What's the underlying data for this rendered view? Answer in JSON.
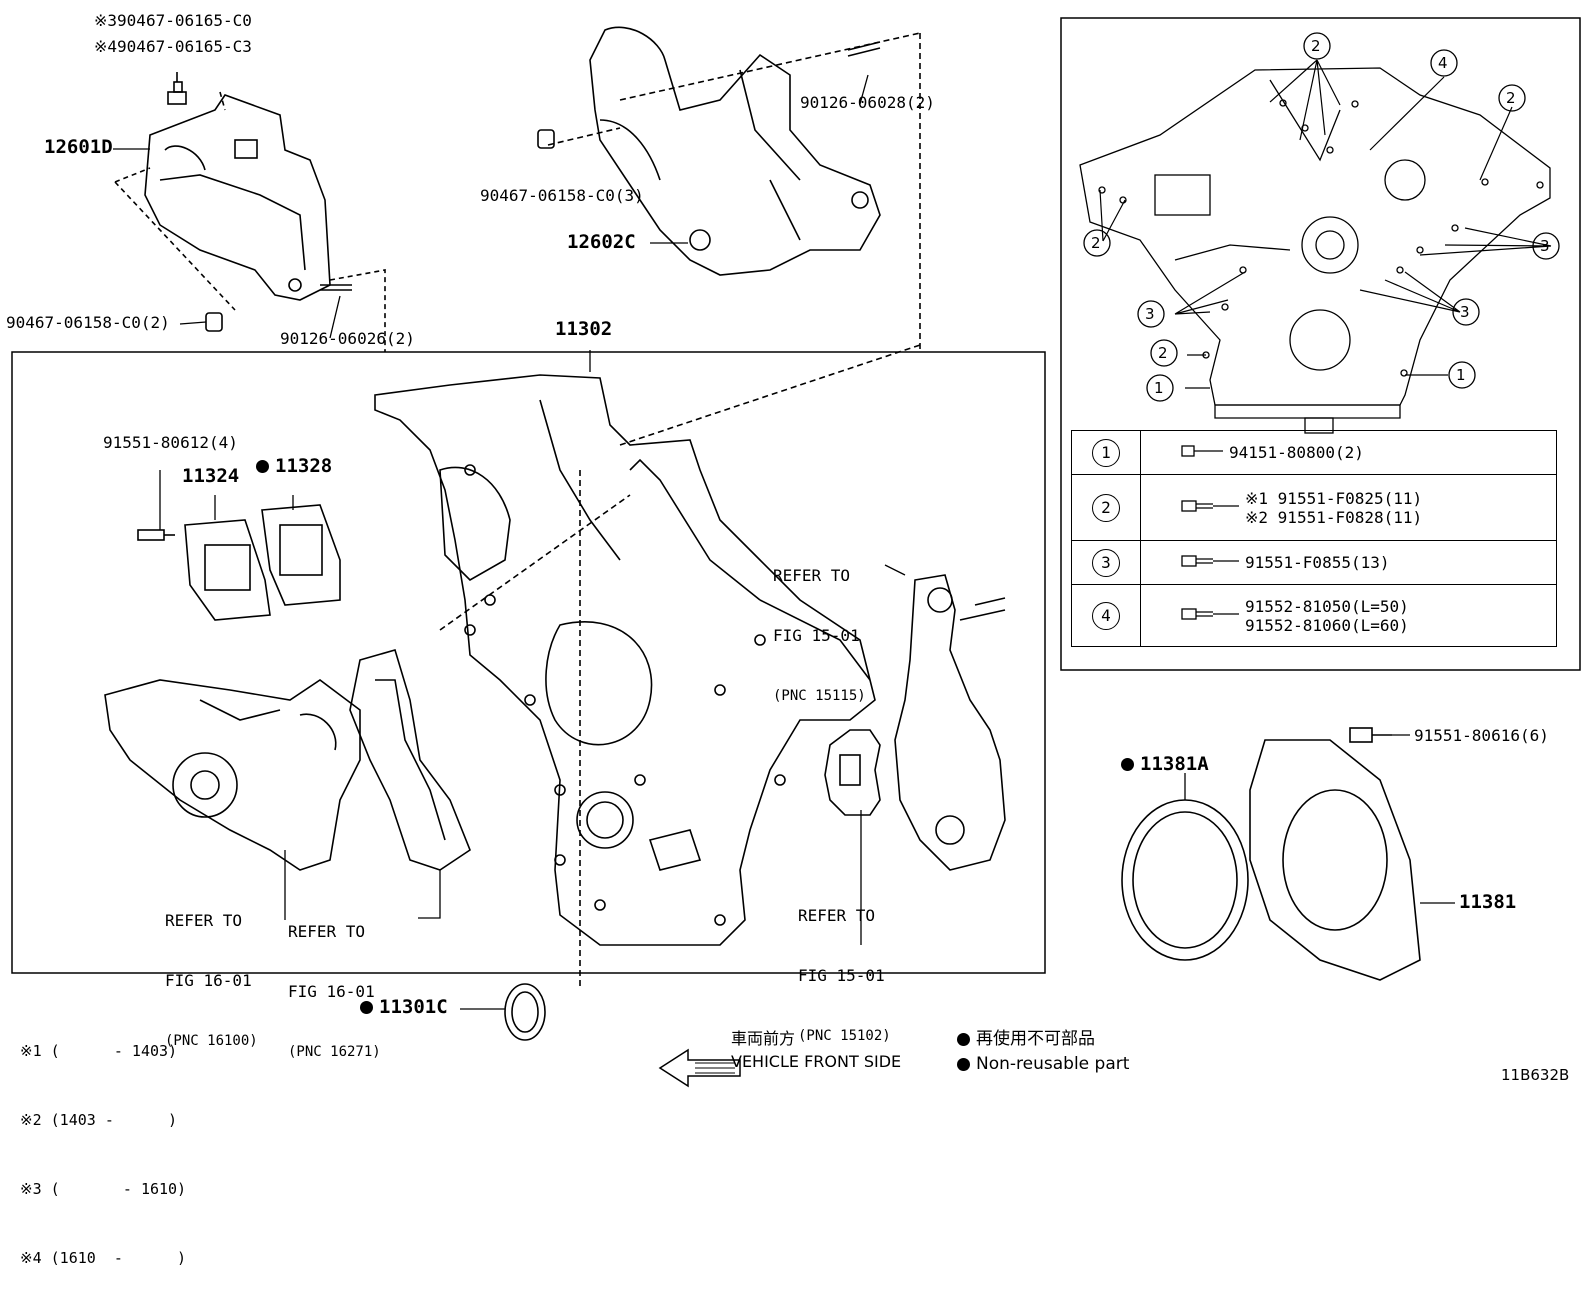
{
  "parts": {
    "p12601d": "12601D",
    "p12602c": "12602C",
    "p11302": "11302",
    "p11324": "11324",
    "p11328": "11328",
    "p11301c": "11301C",
    "p11381a": "11381A",
    "p11381": "11381"
  },
  "fasteners": {
    "f1": "※390467-06165-C0",
    "f2": "※490467-06165-C3",
    "f3": "90126-06028(2)",
    "f4": "90467-06158-C0(3)",
    "f5": "90467-06158-C0(2)",
    "f6": "90126-06026(2)",
    "f7": "91551-80612(4)",
    "f8": "91551-80616(6)"
  },
  "refs": {
    "r1": [
      "REFER TO",
      "FIG 15-01",
      "(PNC 15115)"
    ],
    "r2": [
      "REFER TO",
      "FIG 15-01",
      "(PNC 15102)"
    ],
    "r3": [
      "REFER TO",
      "FIG 16-01",
      "(PNC 16100)"
    ],
    "r4": [
      "REFER TO",
      "FIG 16-01",
      "(PNC 16271)"
    ]
  },
  "table": {
    "rows": [
      {
        "num": "1",
        "lines": [
          "94151-80800(2)"
        ]
      },
      {
        "num": "2",
        "lines": [
          "※1 91551-F0825(11)",
          "※2 91551-F0828(11)"
        ]
      },
      {
        "num": "3",
        "lines": [
          "91551-F0855(13)"
        ]
      },
      {
        "num": "4",
        "lines": [
          "91552-81050(L=50)",
          "91552-81060(L=60)"
        ]
      }
    ]
  },
  "inset_callouts": [
    "2",
    "4",
    "2",
    "2",
    "3",
    "3",
    "3",
    "2",
    "1",
    "1"
  ],
  "notes": [
    "※1 (      - 1403)",
    "※2 (1403 -      )",
    "※3 (       - 1610)",
    "※4 (1610  -      )"
  ],
  "legend": {
    "front_jp": "車両前方",
    "front_en": "VEHICLE FRONT SIDE",
    "nonreuse_jp": "再使用不可部品",
    "nonreuse_en": "Non-reusable part"
  },
  "diagram_id": "11B632B"
}
